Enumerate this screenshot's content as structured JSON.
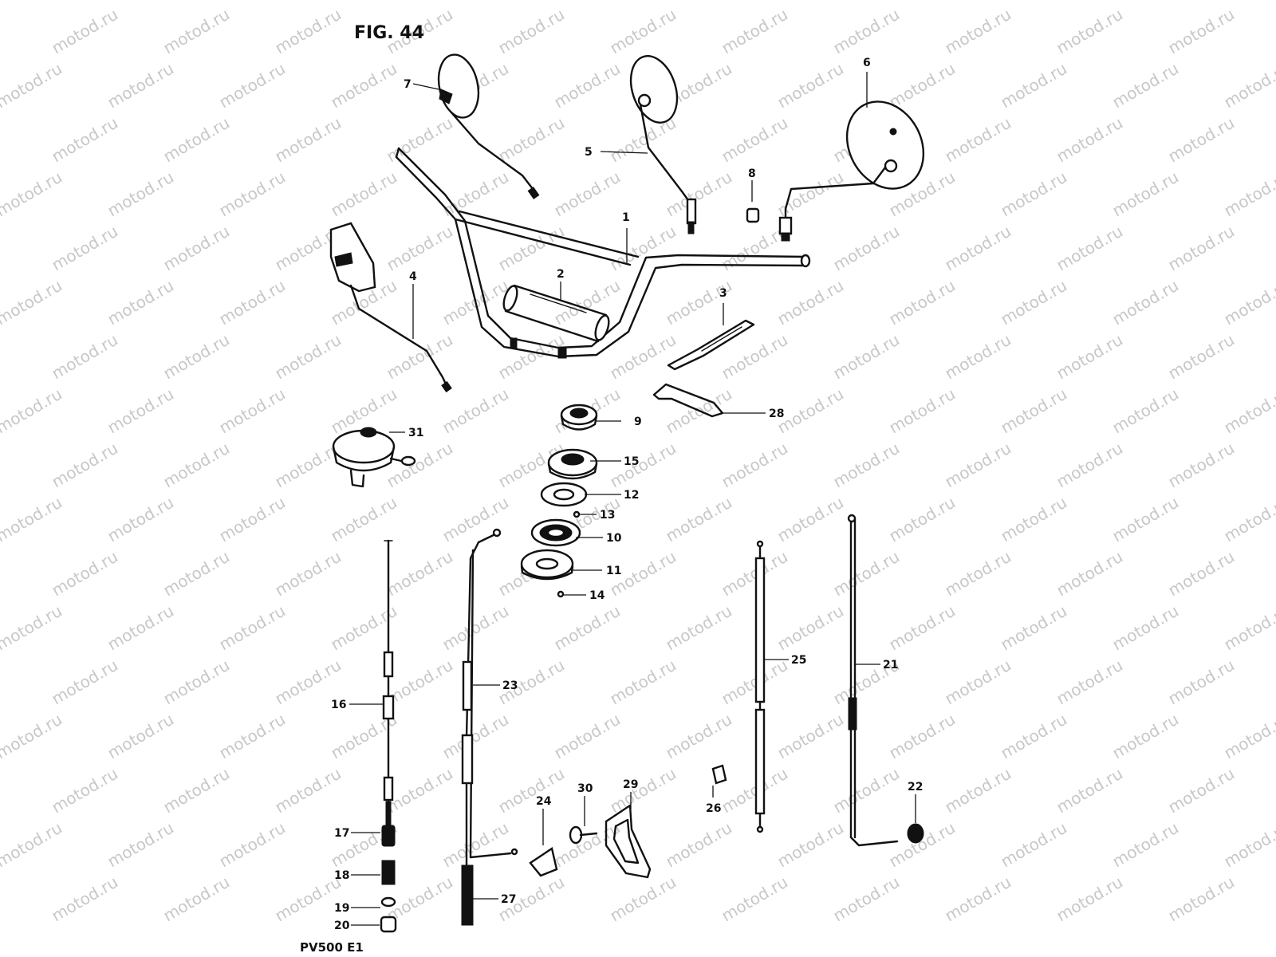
{
  "title": "FIG. 44",
  "footer": "PV500 E1",
  "watermark": "motod.ru",
  "callouts": [
    {
      "id": "1",
      "label": "1"
    },
    {
      "id": "2",
      "label": "2"
    },
    {
      "id": "3",
      "label": "3"
    },
    {
      "id": "4",
      "label": "4"
    },
    {
      "id": "5",
      "label": "5"
    },
    {
      "id": "6",
      "label": "6"
    },
    {
      "id": "7",
      "label": "7"
    },
    {
      "id": "8",
      "label": "8"
    },
    {
      "id": "9",
      "label": "9"
    },
    {
      "id": "10",
      "label": "10"
    },
    {
      "id": "11",
      "label": "11"
    },
    {
      "id": "12",
      "label": "12"
    },
    {
      "id": "13",
      "label": "13"
    },
    {
      "id": "14",
      "label": "14"
    },
    {
      "id": "15",
      "label": "15"
    },
    {
      "id": "16",
      "label": "16"
    },
    {
      "id": "17",
      "label": "17"
    },
    {
      "id": "18",
      "label": "18"
    },
    {
      "id": "19",
      "label": "19"
    },
    {
      "id": "20",
      "label": "20"
    },
    {
      "id": "21",
      "label": "21"
    },
    {
      "id": "22",
      "label": "22"
    },
    {
      "id": "23",
      "label": "23"
    },
    {
      "id": "24",
      "label": "24"
    },
    {
      "id": "25",
      "label": "25"
    },
    {
      "id": "26",
      "label": "26"
    },
    {
      "id": "27",
      "label": "27"
    },
    {
      "id": "28",
      "label": "28"
    },
    {
      "id": "29",
      "label": "29"
    },
    {
      "id": "30",
      "label": "30"
    },
    {
      "id": "31",
      "label": "31"
    }
  ]
}
